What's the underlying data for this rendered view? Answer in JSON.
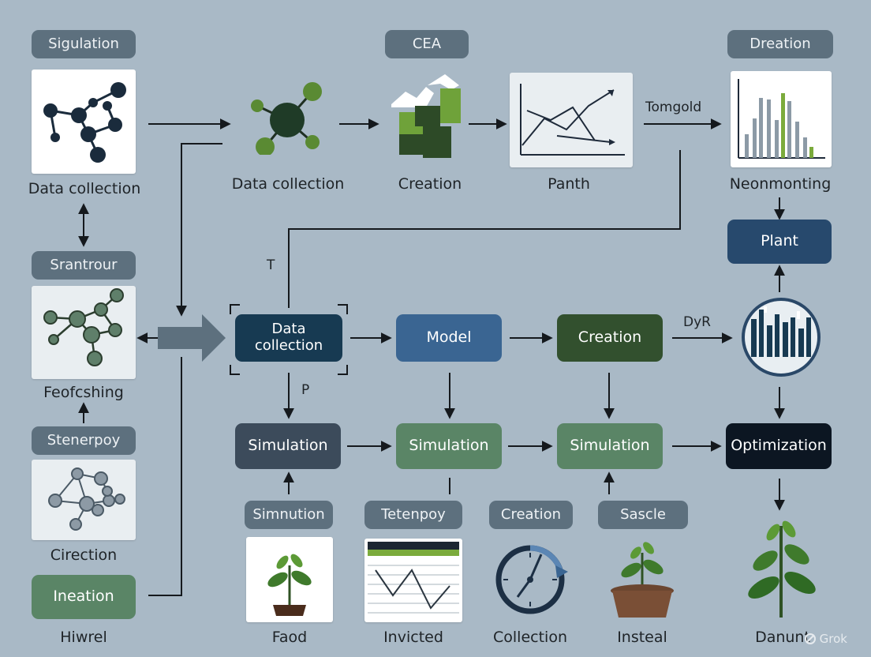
{
  "headers": {
    "sigulation": "Sigulation",
    "cea": "CEA",
    "dreation": "Dreation",
    "srantrour": "Srantrour",
    "stenerpoy": "Stenerpoy",
    "simnution": "Simnution",
    "tetenpoy": "Tetenpoy",
    "creation": "Creation",
    "sascle": "Sascle"
  },
  "nodes": {
    "data_collection_main": "Data collection",
    "model": "Model",
    "creation": "Creation",
    "simulation_1": "Simulation",
    "simulation_2": "Simulation",
    "simulation_3": "Simulation",
    "optimization": "Optimization",
    "plant": "Plant",
    "ineation": "Ineation"
  },
  "labels": {
    "data_collection_left": "Data collection",
    "data_collection_top": "Data collection",
    "creation_top": "Creation",
    "panth": "Panth",
    "neonmonting": "Neonmonting",
    "feofcshing": "Feofcshing",
    "cirection": "Cirection",
    "hiwrel": "Hiwrel",
    "faod": "Faod",
    "invicted": "Invicted",
    "collection": "Collection",
    "insteal": "Insteal",
    "danunt": "Danunt"
  },
  "edge_labels": {
    "tomgold": "Tomgold",
    "t": "T",
    "p": "P",
    "dyr": "DyR"
  },
  "watermark": "Grok",
  "colors": {
    "background": "#a9b9c6",
    "gray_header": "#5d707e",
    "navy": "#173a52",
    "blue": "#3a6592",
    "dark_green": "#32502e",
    "mid_green": "#5a8566",
    "lime": "#7bab3c",
    "black": "#0c1622"
  }
}
